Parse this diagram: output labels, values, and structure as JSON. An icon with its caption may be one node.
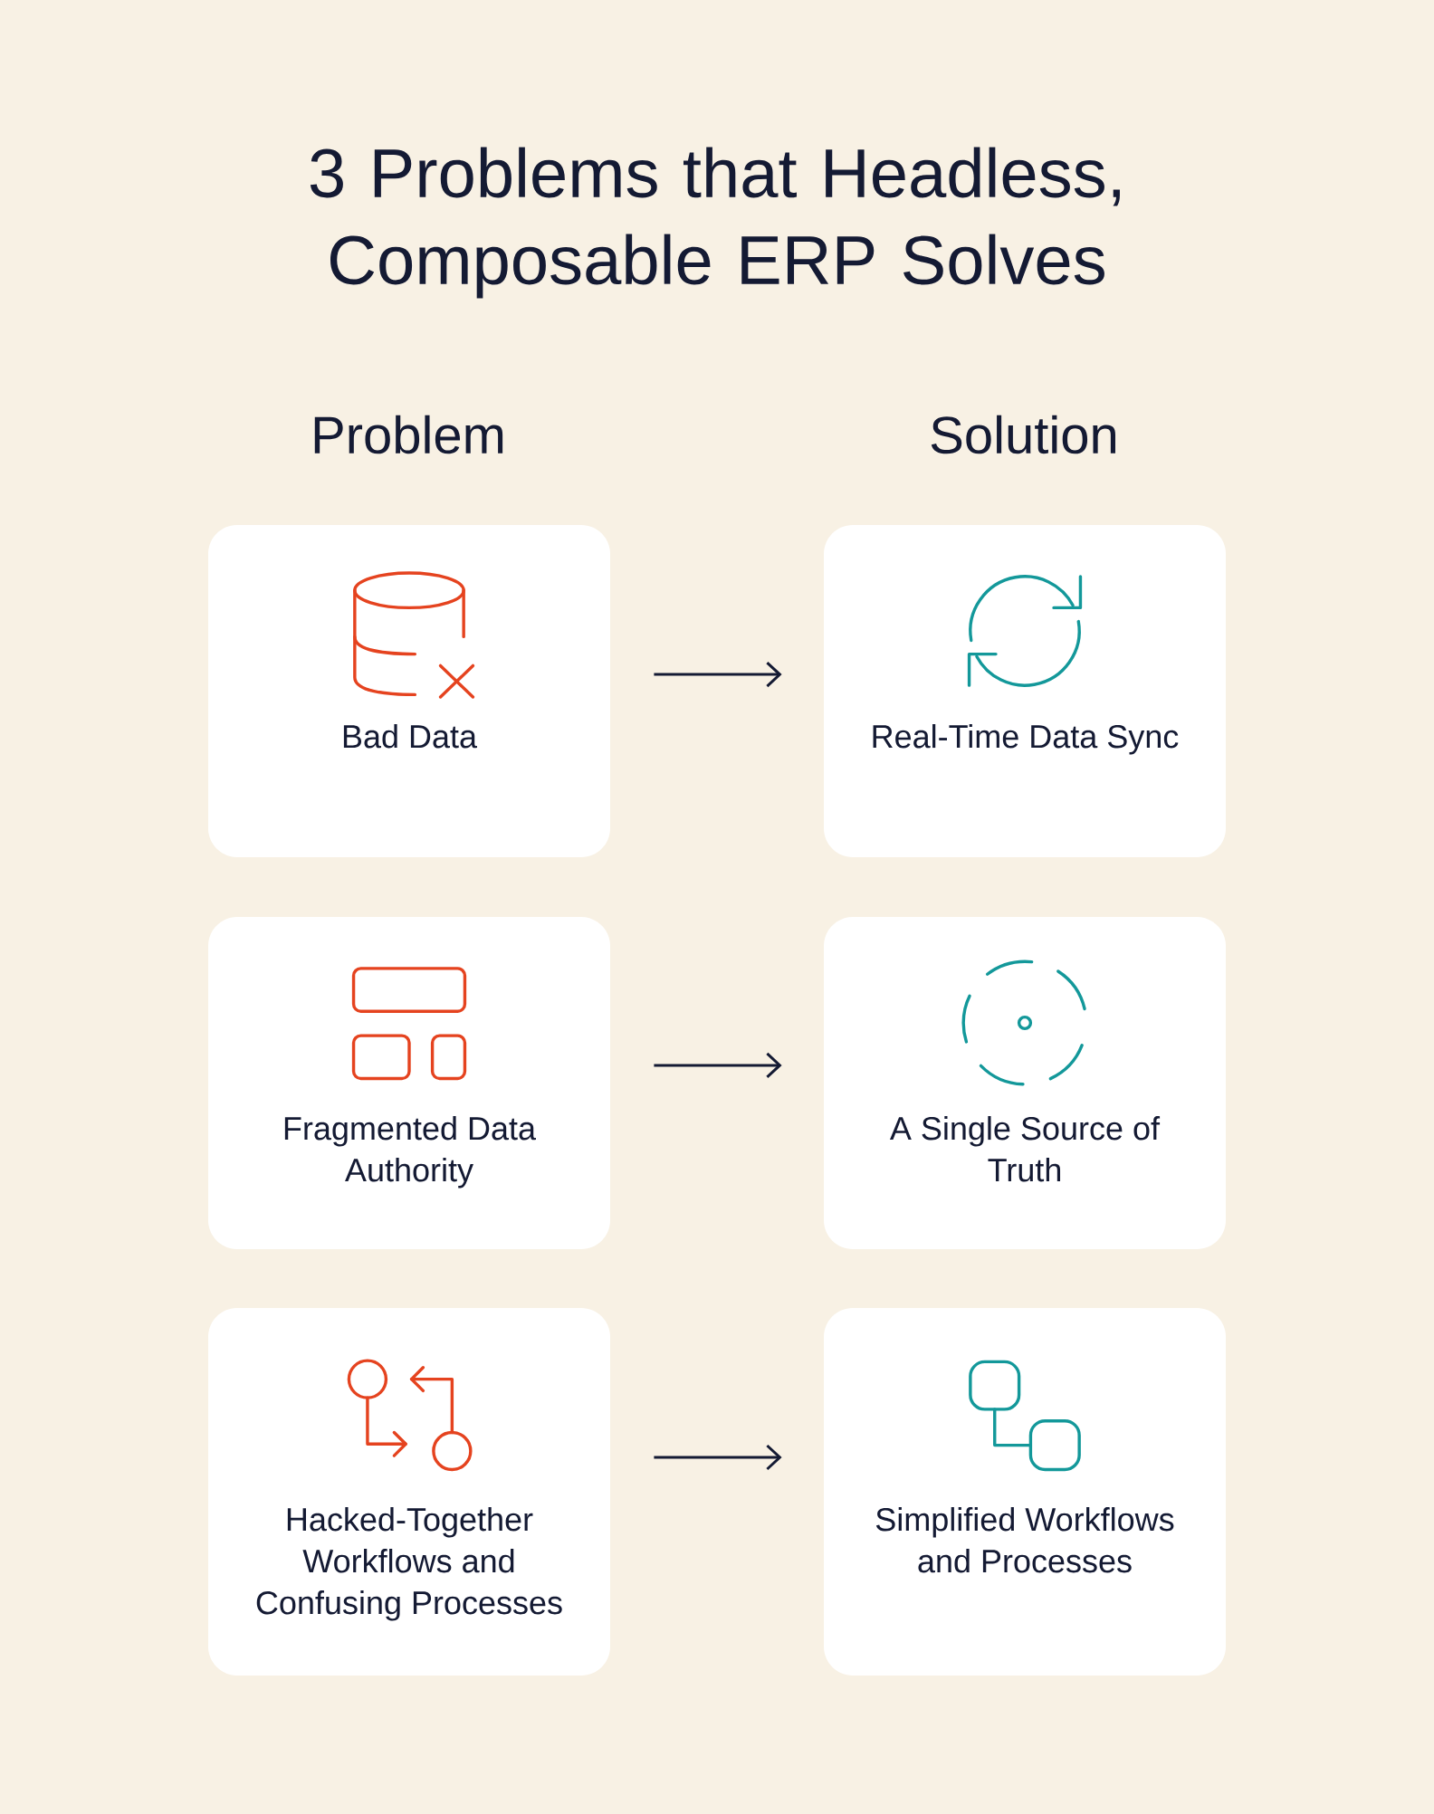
{
  "diagram": {
    "title": "3 Problems that Headless, Composable ERP Solves",
    "nodes": [
      {
        "text": [
          "Bad Data"
        ]
      },
      {
        "text": [
          "Real-Time Data Sync"
        ]
      },
      {
        "text": [
          "Fragmented Data Authority"
        ]
      },
      {
        "text": [
          "A Single Source of Truth"
        ]
      },
      {
        "text": [
          "Hacked-Together Workflows and Confusing Processes"
        ]
      },
      {
        "text": [
          "Simplified Workflows and Processes"
        ]
      }
    ],
    "edges": [
      {
        "from": 0,
        "to": 1,
        "arrow": "to"
      },
      {
        "from": 2,
        "to": 3,
        "arrow": "to"
      },
      {
        "from": 4,
        "to": 5,
        "arrow": "to"
      }
    ],
    "labels": [
      "Problem",
      "Solution"
    ]
  }
}
